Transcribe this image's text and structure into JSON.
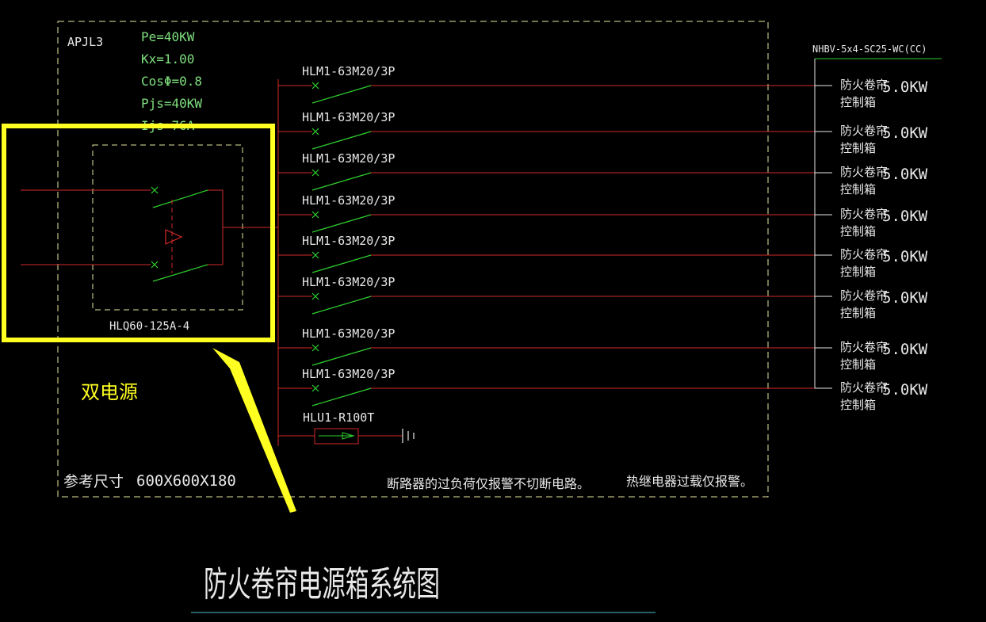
{
  "panel": {
    "name": "APJL3",
    "params": [
      "Pe=40KW",
      "Kx=1.00",
      "CosΦ=0.8",
      "Pjs=40KW",
      "Ijs=76A"
    ],
    "reference_size_label": "参考尺寸",
    "reference_size_value": "600X600X180"
  },
  "ats": {
    "model": "HLQ60-125A-4"
  },
  "annotation": {
    "dual_power_label": "双电源"
  },
  "cable": {
    "spec": "NHBV-5x4-SC25-WC(CC)"
  },
  "branches": [
    {
      "breaker": "HLM1-63M20/3P",
      "load_line1": "防火卷帘",
      "load_line2": "控制箱",
      "power": "5.0KW"
    },
    {
      "breaker": "HLM1-63M20/3P",
      "load_line1": "防火卷帘",
      "load_line2": "控制箱",
      "power": "5.0KW"
    },
    {
      "breaker": "HLM1-63M20/3P",
      "load_line1": "防火卷帘",
      "load_line2": "控制箱",
      "power": "5.0KW"
    },
    {
      "breaker": "HLM1-63M20/3P",
      "load_line1": "防火卷帘",
      "load_line2": "控制箱",
      "power": "5.0KW"
    },
    {
      "breaker": "HLM1-63M20/3P",
      "load_line1": "防火卷帘",
      "load_line2": "控制箱",
      "power": "5.0KW"
    },
    {
      "breaker": "HLM1-63M20/3P",
      "load_line1": "防火卷帘",
      "load_line2": "控制箱",
      "power": "5.0KW"
    },
    {
      "breaker": "HLM1-63M20/3P",
      "load_line1": "防火卷帘",
      "load_line2": "控制箱",
      "power": "5.0KW"
    },
    {
      "breaker": "HLM1-63M20/3P",
      "load_line1": "防火卷帘",
      "load_line2": "控制箱",
      "power": "5.0KW"
    }
  ],
  "relay": {
    "model": "HLU1-R100T"
  },
  "notes": {
    "breaker_note": "断路器的过负荷仅报警不切断电路。",
    "relay_note": "热继电器过载仅报警。"
  },
  "title": "防火卷帘电源箱系统图",
  "colors": {
    "background": "#000000",
    "cad_line_red": "#d42a2a",
    "breaker_green": "#2fd02f",
    "param_green": "#7fe07f",
    "text_white": "#e8e8e8",
    "dash_yellow": "#e6e6a0",
    "highlight_yellow": "#ffff22",
    "title_cyan": "#4fc1d0"
  }
}
